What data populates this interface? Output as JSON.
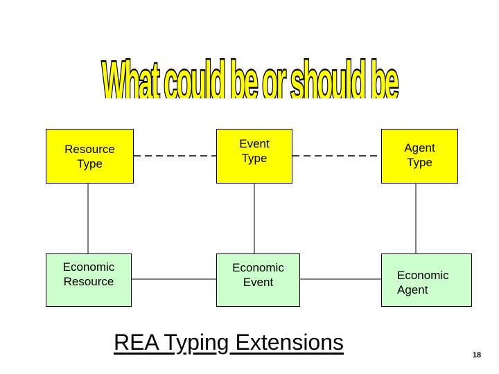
{
  "title": {
    "text": "What could be or should be",
    "fill_color": "#ffff00",
    "outline_color": "#000000"
  },
  "diagram": {
    "type_row": {
      "resource": "Resource\nType",
      "event": "Event\nType",
      "agent": "Agent\nType",
      "color": "#ffff00"
    },
    "economic_row": {
      "resource": "Economic\nResource",
      "event": "Economic\nEvent",
      "agent": "Economic\nAgent",
      "color": "#ccffcc"
    }
  },
  "footer_label": "REA Typing Extensions",
  "page_number": "18"
}
